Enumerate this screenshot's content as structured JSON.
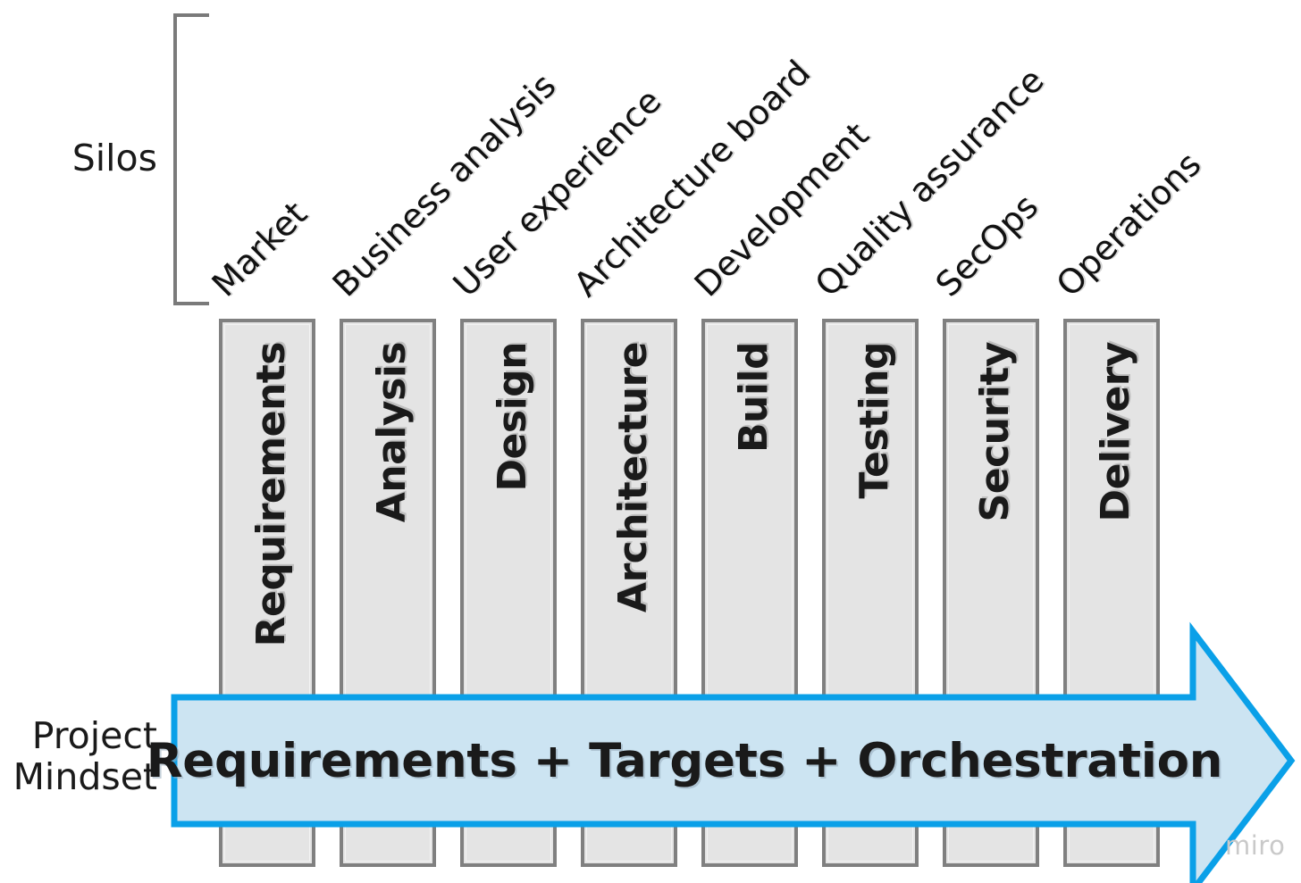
{
  "diagram": {
    "title": "Silos and Project Mindset value stream",
    "background_color": "#ffffff",
    "bar_fill_color": "#e4e4e4",
    "bar_border_color": "#808080",
    "arrow_fill_color": "#cce4f2",
    "arrow_border_color": "#0aa0e8",
    "text_color": "#1a1a1a"
  },
  "side_labels": {
    "silos": "Silos",
    "project_mindset": "Project\nMindset"
  },
  "silo_labels": [
    "Market",
    "Business analysis",
    "User experience",
    "Architecture board",
    "Development",
    "Quality assurance",
    "SecOps",
    "Operations"
  ],
  "stages": [
    "Requirements",
    "Analysis",
    "Design",
    "Architecture",
    "Build",
    "Testing",
    "Security",
    "Delivery"
  ],
  "arrow": {
    "label": "Requirements + Targets + Orchestration"
  },
  "watermark": {
    "text": "miro"
  }
}
